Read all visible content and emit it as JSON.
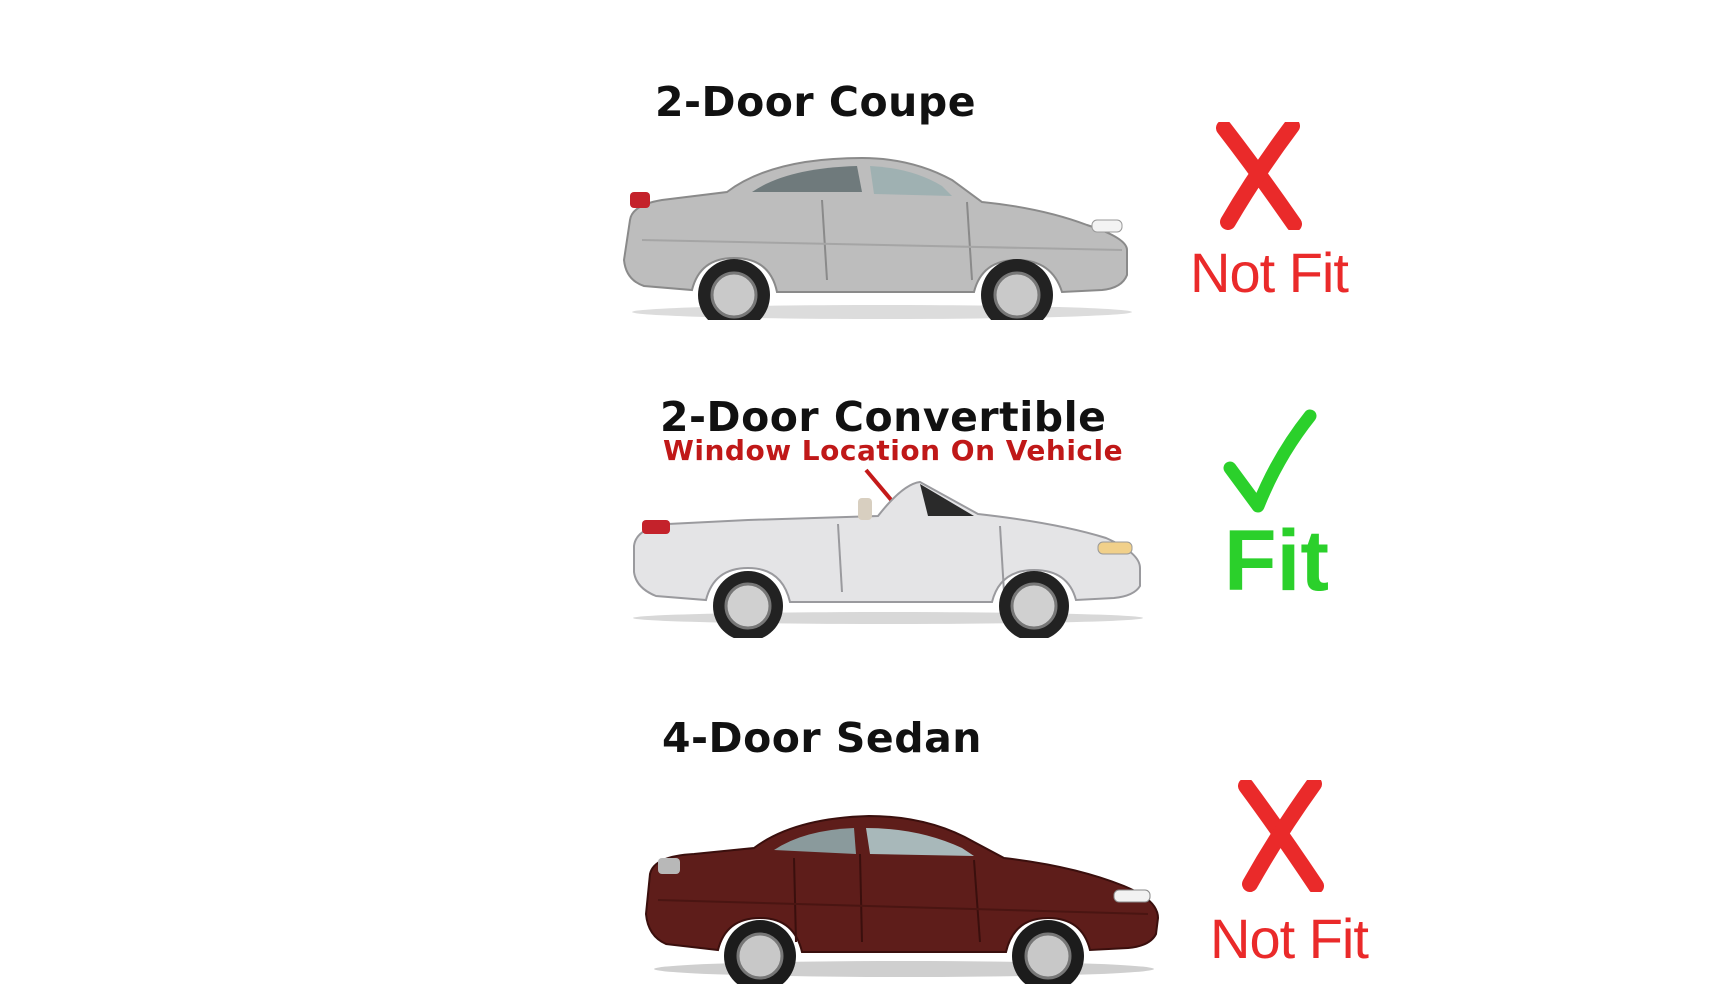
{
  "rows": [
    {
      "title": "2-Door Coupe",
      "note": "",
      "verdict": "Not Fit",
      "fits": false,
      "car_icon": "coupe-car-image",
      "car_color": "#bdbdbd"
    },
    {
      "title": "2-Door Convertible",
      "note": "Window Location On Vehicle",
      "verdict": "Fit",
      "fits": true,
      "car_icon": "convertible-car-image",
      "car_color": "#e4e4e6"
    },
    {
      "title": "4-Door Sedan",
      "note": "",
      "verdict": "Not Fit",
      "fits": false,
      "car_icon": "sedan-car-image",
      "car_color": "#5e1d1a"
    }
  ],
  "colors": {
    "not_fit": "#ea2a2a",
    "fit": "#2bd02b",
    "note": "#c01818"
  }
}
